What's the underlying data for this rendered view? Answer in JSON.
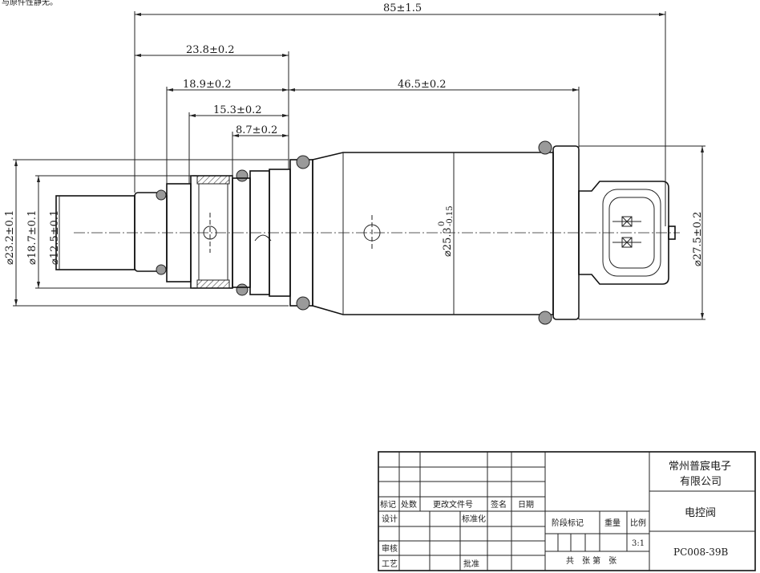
{
  "header_note": "与原件性静无。",
  "dimensions": {
    "overall_length": "85±1.5",
    "d_23_8": "23.8±0.2",
    "d_18_9": "18.9±0.2",
    "d_46_5": "46.5±0.2",
    "d_15_3": "15.3±0.2",
    "d_8_7": "8.7±0.2",
    "dia_23_2": "⌀23.2±0.1",
    "dia_18_7": "⌀18.7±0.1",
    "dia_12_5": "⌀12.5±0.1",
    "dia_25_3": "⌀25.3",
    "dia_25_3_tol_upper": "0",
    "dia_25_3_tol_lower": "-0.15",
    "dia_27_5": "⌀27.5±0.2"
  },
  "title_block": {
    "company_line1": "常州普宸电子",
    "company_line2": "有限公司",
    "part_name": "电控阀",
    "drawing_number": "PC008-39B",
    "scale": "3:1",
    "labels": {
      "mark": "标记",
      "count": "处数",
      "change_doc": "更改文件号",
      "signature": "签名",
      "date": "日期",
      "design": "设计",
      "standardize": "标准化",
      "review": "审核",
      "process": "工艺",
      "approve": "批准",
      "stage_mark": "阶段标记",
      "weight": "重量",
      "ratio": "比例",
      "sheets": "共　张 第　张"
    }
  }
}
